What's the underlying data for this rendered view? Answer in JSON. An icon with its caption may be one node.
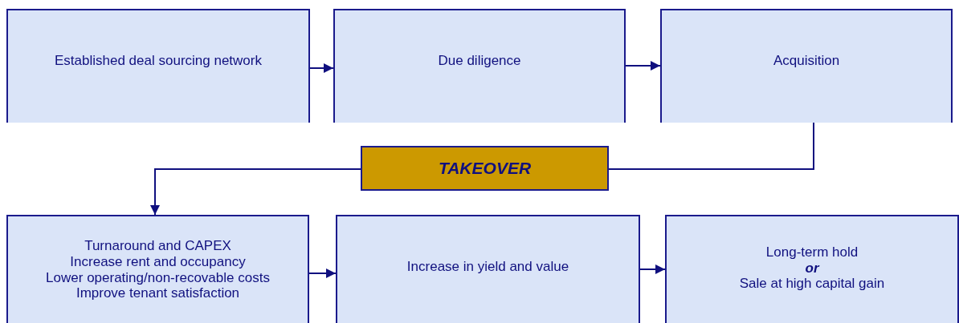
{
  "diagram": {
    "nodes": [
      {
        "text": [
          "Established deal sourcing network"
        ]
      },
      {
        "text": [
          "Due diligence"
        ]
      },
      {
        "text": [
          "Acquisition"
        ]
      },
      {
        "text": [
          "TAKEOVER"
        ]
      },
      {
        "text": [
          "Turnaround and CAPEX",
          "Increase rent and occupancy",
          "Lower operating/non-recovable costs",
          "Improve tenant satisfaction"
        ]
      },
      {
        "text": [
          "Increase in yield and value"
        ]
      },
      {
        "text": [
          "Long-term hold",
          "or",
          "Sale at high capital gain"
        ]
      }
    ],
    "edges": [
      {
        "from": 0,
        "to": 1,
        "arrow": "to"
      },
      {
        "from": 1,
        "to": 2,
        "arrow": "to"
      },
      {
        "from": 2,
        "to": 3,
        "arrow": "none"
      },
      {
        "from": 3,
        "to": 4,
        "arrow": "to"
      },
      {
        "from": 4,
        "to": 5,
        "arrow": "to"
      },
      {
        "from": 5,
        "to": 6,
        "arrow": "to"
      }
    ]
  }
}
